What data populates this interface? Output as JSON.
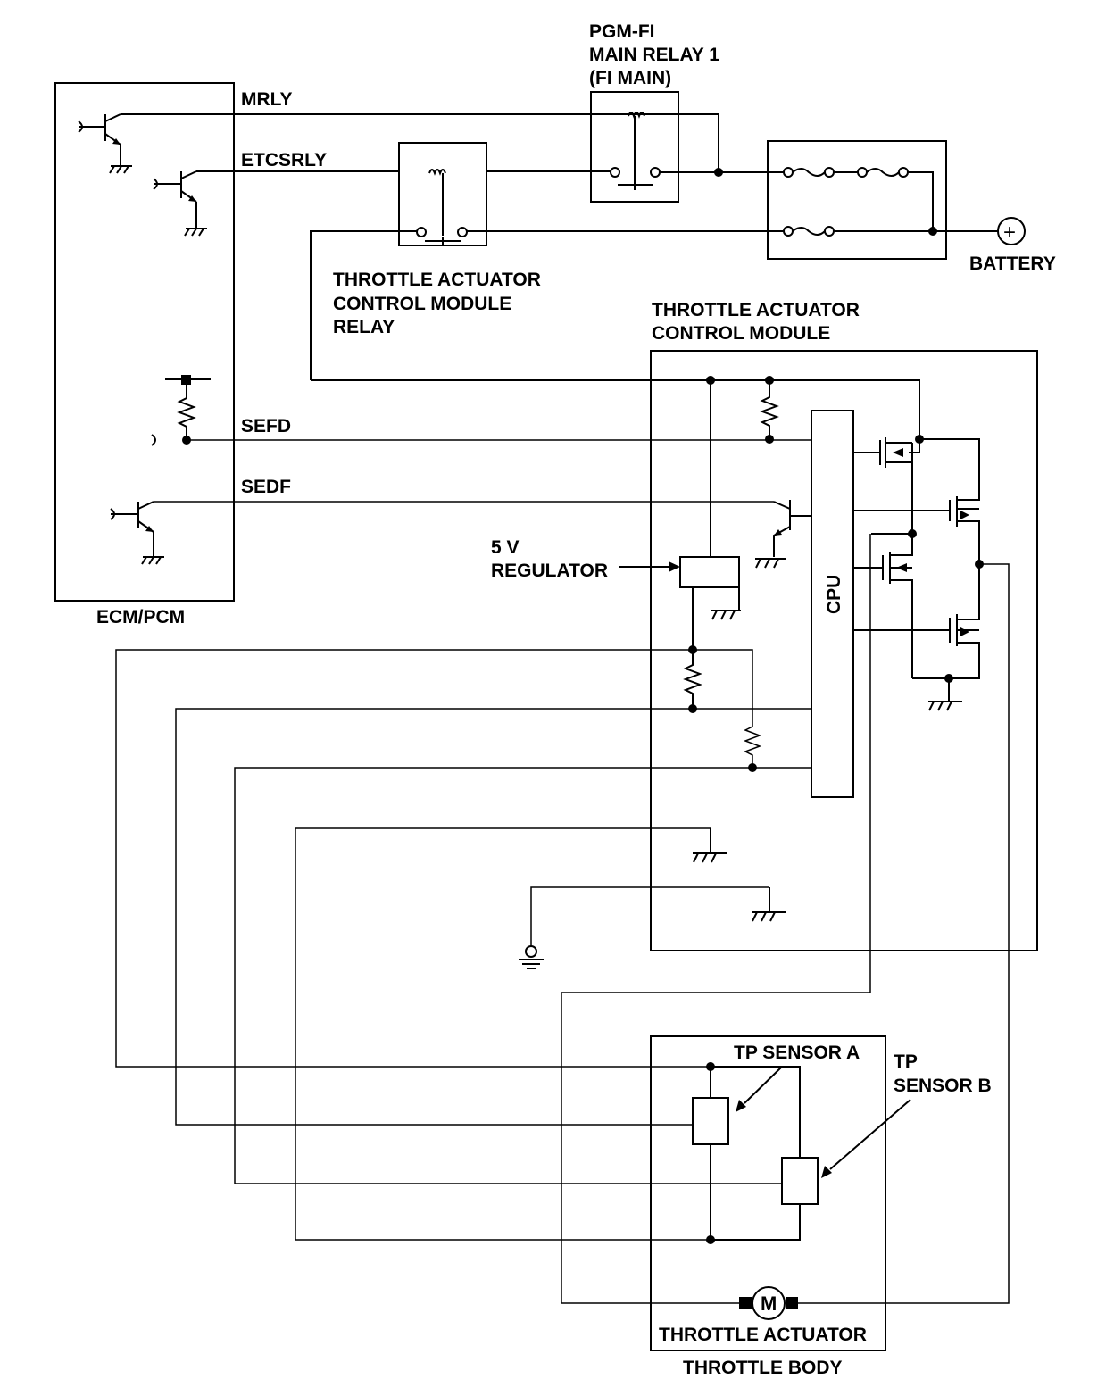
{
  "ecm": {
    "label": "ECM/PCM"
  },
  "signals": {
    "mrly": "MRLY",
    "etcsrly": "ETCSRLY",
    "sefd": "SEFD",
    "sedf": "SEDF"
  },
  "main_relay": {
    "line1": "PGM-FI",
    "line2": "MAIN RELAY 1",
    "line3": "(FI MAIN)"
  },
  "tac_relay": {
    "line1": "THROTTLE ACTUATOR",
    "line2": "CONTROL MODULE",
    "line3": "RELAY"
  },
  "tac_module": {
    "line1": "THROTTLE ACTUATOR",
    "line2": "CONTROL MODULE"
  },
  "battery": {
    "label": "BATTERY",
    "symbol": "+"
  },
  "regulator": {
    "line1": "5 V",
    "line2": "REGULATOR"
  },
  "cpu": {
    "label": "CPU"
  },
  "tp_a": {
    "label": "TP SENSOR A"
  },
  "tp_b": {
    "line1": "TP",
    "line2": "SENSOR B"
  },
  "motor": {
    "symbol": "M"
  },
  "actuator": {
    "label": "THROTTLE ACTUATOR"
  },
  "throttle_body": {
    "label": "THROTTLE BODY"
  }
}
